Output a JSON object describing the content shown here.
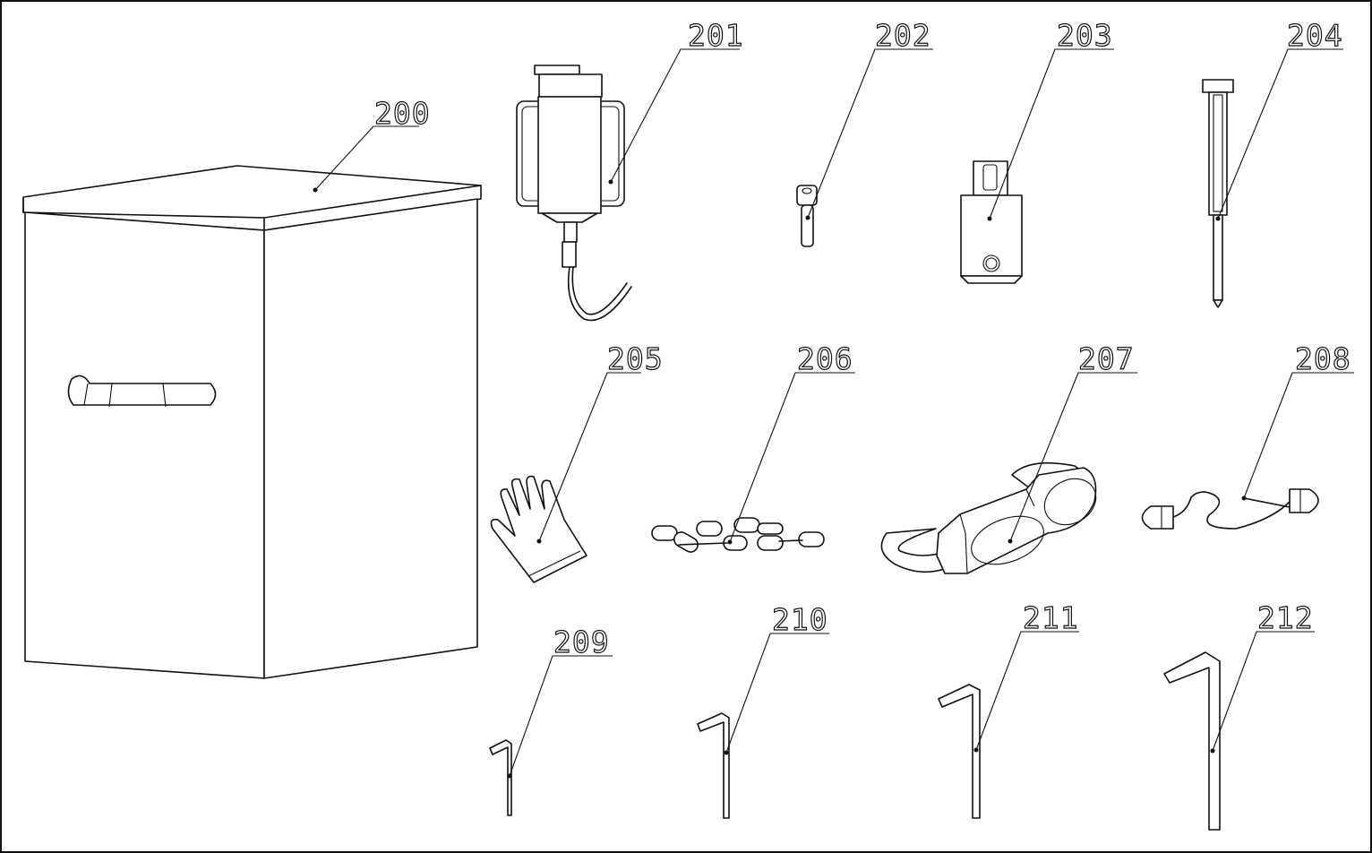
{
  "figure": {
    "labels": {
      "l200": "200",
      "l201": "201",
      "l202": "202",
      "l203": "203",
      "l204": "204",
      "l205": "205",
      "l206": "206",
      "l207": "207",
      "l208": "208",
      "l209": "209",
      "l210": "210",
      "l211": "211",
      "l212": "212"
    }
  }
}
